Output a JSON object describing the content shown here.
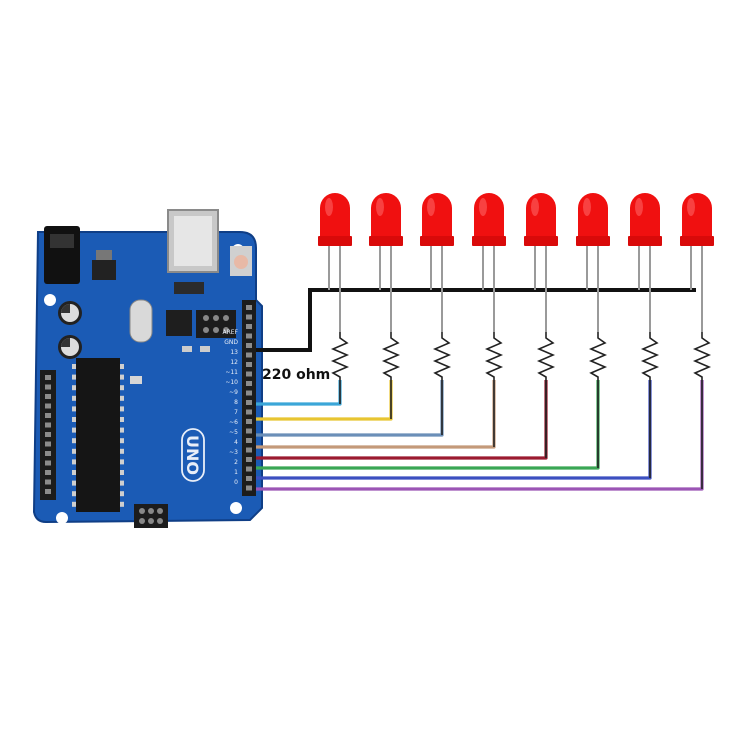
{
  "resistor": {
    "value_label": "220 ohm"
  },
  "board": {
    "logo": "UNO",
    "header_top": [
      "AREF",
      "GND",
      "13",
      "12",
      "~11",
      "~10",
      "~9",
      "8",
      "7",
      "~6",
      "~5",
      "4",
      "~3",
      "2",
      "1",
      "0"
    ],
    "colors": {
      "pcb": "#1b5bb5",
      "pcb_dark": "#14448c",
      "header": "#1c1c1c"
    }
  },
  "leds": {
    "count": 8,
    "color": "#f01010"
  },
  "wires": {
    "ground_color": "#111111",
    "signal_colors": [
      "#3ba6d8",
      "#e8c531",
      "#6b8fb8",
      "#c49a7a",
      "#9b1b30",
      "#3aa655",
      "#3c4fc0",
      "#9b55b5"
    ]
  }
}
